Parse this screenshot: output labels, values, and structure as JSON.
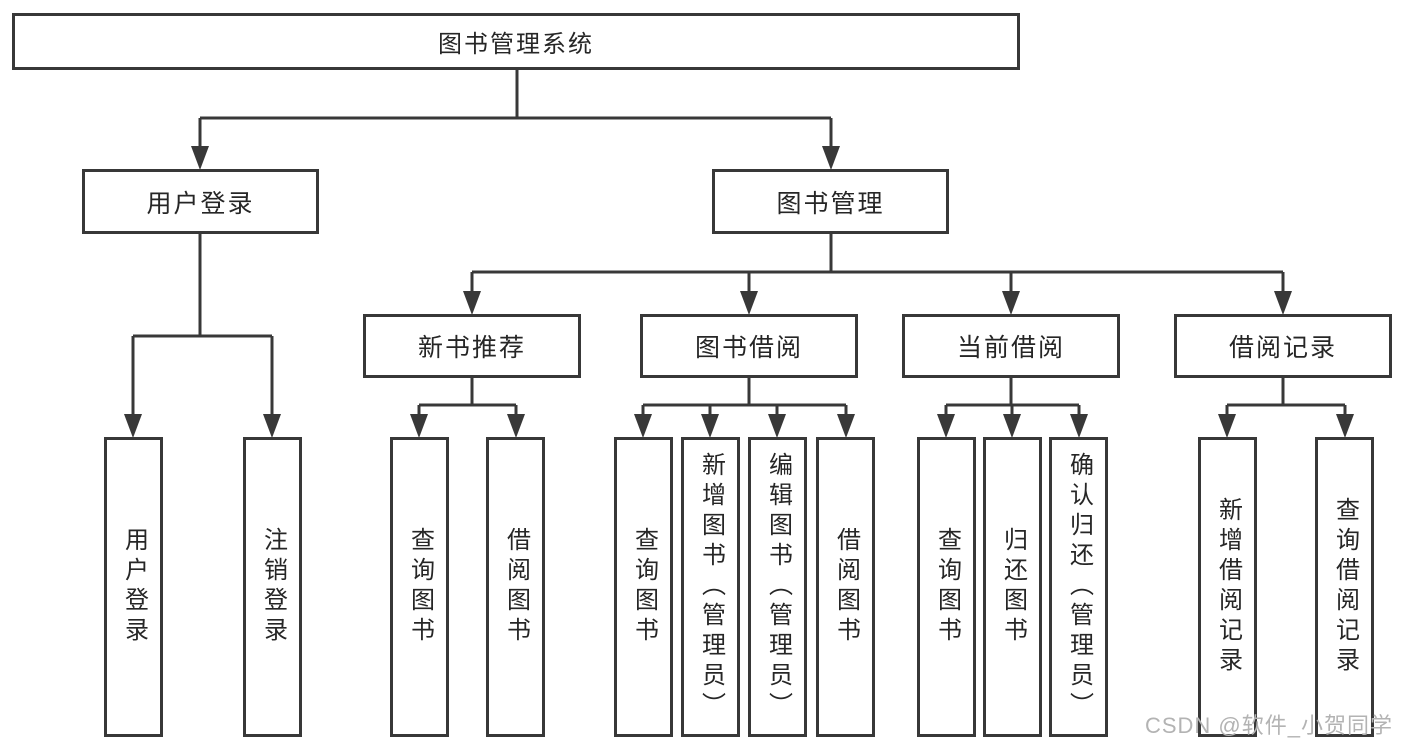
{
  "root": {
    "label": "图书管理系统"
  },
  "branches": [
    {
      "label": "用户登录",
      "leaves": [
        {
          "label": "用户登录"
        },
        {
          "label": "注销登录"
        }
      ]
    },
    {
      "label": "图书管理",
      "groups": [
        {
          "label": "新书推荐",
          "leaves": [
            {
              "label": "查询图书"
            },
            {
              "label": "借阅图书"
            }
          ]
        },
        {
          "label": "图书借阅",
          "leaves": [
            {
              "label": "查询图书"
            },
            {
              "label": "新增图书（管理员）"
            },
            {
              "label": "编辑图书（管理员）"
            },
            {
              "label": "借阅图书"
            }
          ]
        },
        {
          "label": "当前借阅",
          "leaves": [
            {
              "label": "查询图书"
            },
            {
              "label": "归还图书"
            },
            {
              "label": "确认归还（管理员）"
            }
          ]
        },
        {
          "label": "借阅记录",
          "leaves": [
            {
              "label": "新增借阅记录"
            },
            {
              "label": "查询借阅记录"
            }
          ]
        }
      ]
    }
  ],
  "watermark": {
    "text": "CSDN @软件_小贺同学"
  },
  "colors": {
    "line": "#383838",
    "text": "#262626",
    "background": "#ffffff",
    "watermark": "#b3b3b3"
  }
}
